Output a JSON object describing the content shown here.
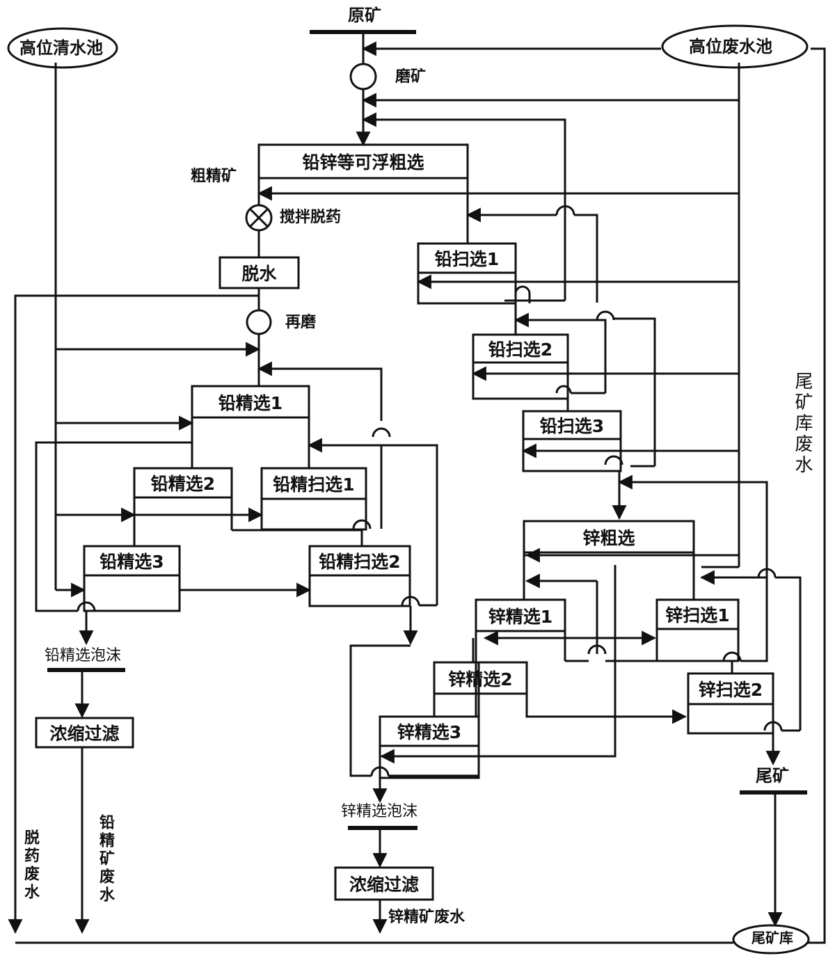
{
  "sources": {
    "raw_ore": "原矿",
    "high_clear_pool": "高位清水池",
    "high_waste_pool": "高位废水池"
  },
  "steps": {
    "grinding": "磨矿",
    "rough_concentrate": "粗精矿",
    "stir_depress": "搅拌脱药",
    "dewater": "脱水",
    "regrind": "再磨"
  },
  "boxes": {
    "pbzn_rough": "铅锌等可浮粗选",
    "pb_scav1": "铅扫选1",
    "pb_scav2": "铅扫选2",
    "pb_scav3": "铅扫选3",
    "pb_clean1": "铅精选1",
    "pb_clean2": "铅精选2",
    "pb_clean3": "铅精选3",
    "pb_clean_scav1": "铅精扫选1",
    "pb_clean_scav2": "铅精扫选2",
    "zn_rough": "锌粗选",
    "zn_clean1": "锌精选1",
    "zn_clean2": "锌精选2",
    "zn_clean3": "锌精选3",
    "zn_scav1": "锌扫选1",
    "zn_scav2": "锌扫选2",
    "pb_thicken": "浓缩过滤",
    "zn_thicken": "浓缩过滤"
  },
  "outputs": {
    "pb_froth": "铅精选泡沫",
    "zn_froth": "锌精选泡沫",
    "tailings": "尾矿",
    "tailings_dam": "尾矿库",
    "tailings_water": "尾矿库废水",
    "depress_water": "脱药废水",
    "pb_conc_water": "铅精矿废水",
    "zn_conc_water": "锌精矿废水"
  }
}
